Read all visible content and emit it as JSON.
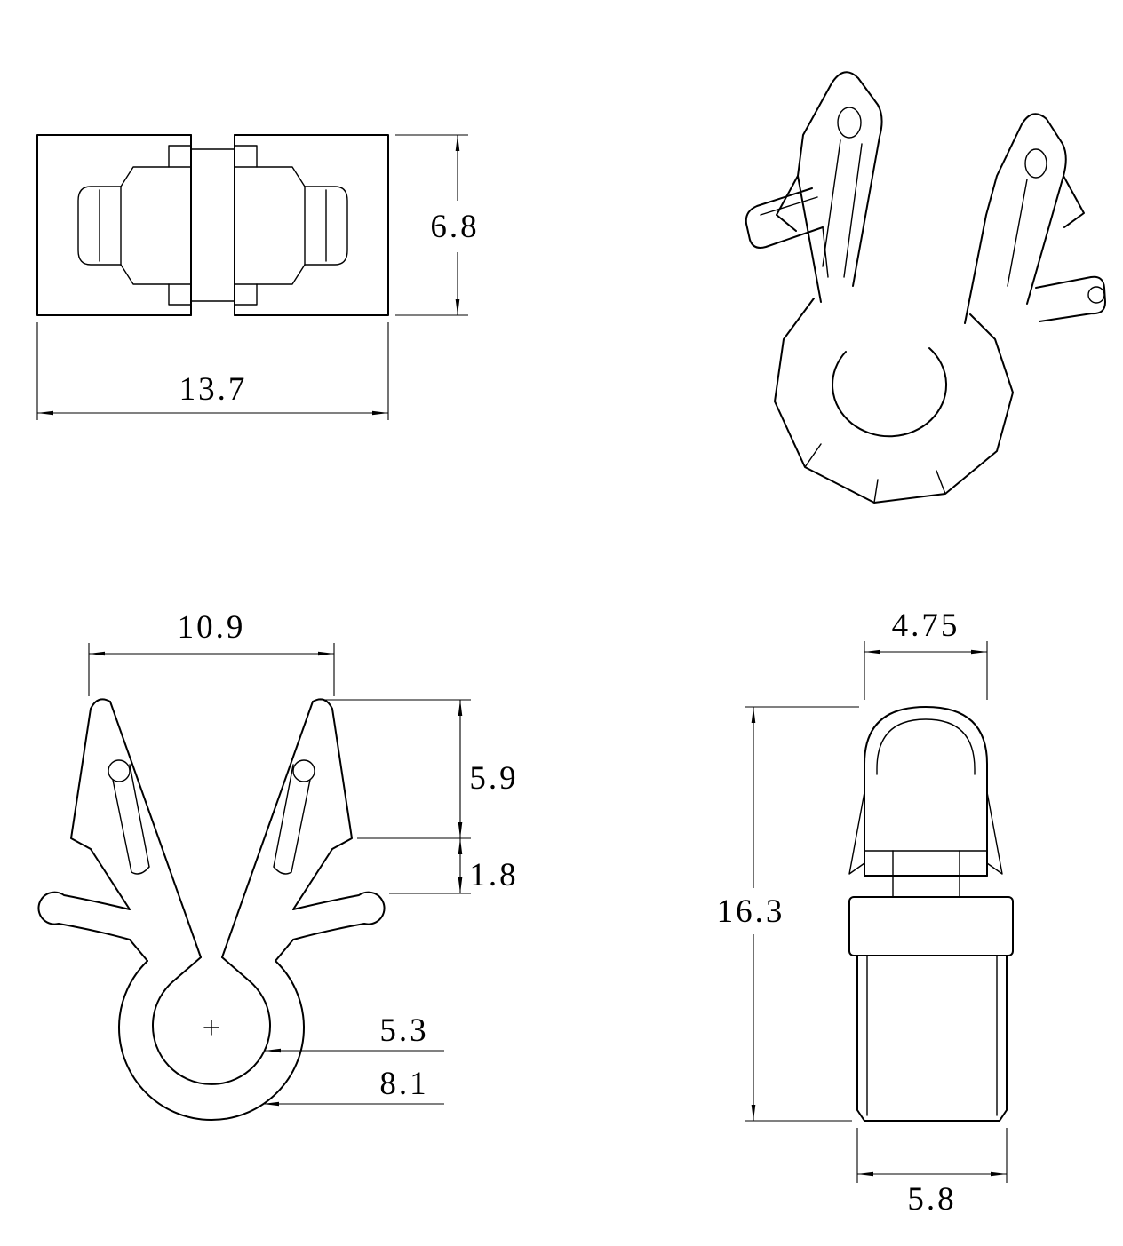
{
  "style": {
    "background_color": "#ffffff",
    "line_color": "#000000"
  },
  "views": {
    "top": {
      "dim_width": "13.7",
      "dim_height": "6.8"
    },
    "front": {
      "dim_width": "10.9",
      "dim_head_height": "5.9",
      "dim_barb_offset": "1.8",
      "dim_inner_diameter": "5.3",
      "dim_outer_diameter": "8.1"
    },
    "side": {
      "dim_head_width": "4.75",
      "dim_total_height": "16.3",
      "dim_base_width": "5.8"
    }
  }
}
